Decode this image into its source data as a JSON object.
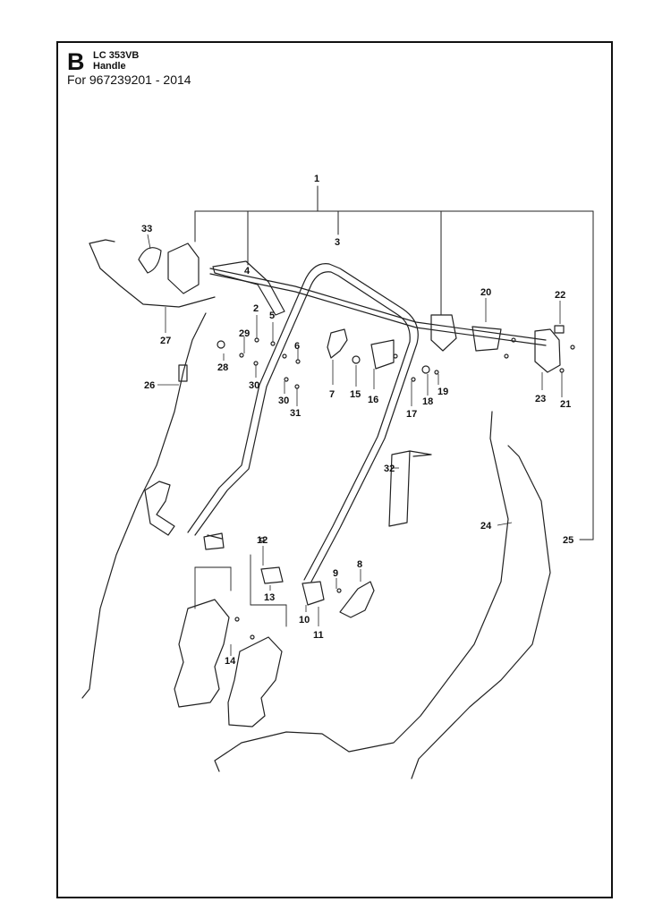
{
  "header": {
    "section_letter": "B",
    "model": "LC 353VB",
    "part_name": "Handle",
    "for_line": "For 967239201 - 2014"
  },
  "callouts": [
    "1",
    "2",
    "3",
    "4",
    "5",
    "6",
    "7",
    "8",
    "9",
    "10",
    "11",
    "12",
    "13",
    "14",
    "15",
    "16",
    "17",
    "18",
    "19",
    "20",
    "21",
    "22",
    "23",
    "24",
    "25",
    "26",
    "27",
    "28",
    "29",
    "30",
    "30",
    "31",
    "32",
    "33"
  ]
}
